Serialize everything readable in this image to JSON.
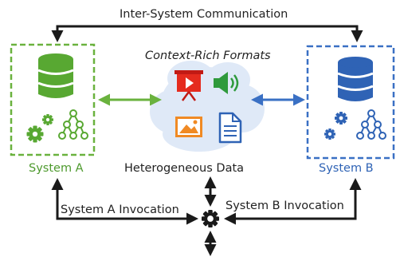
{
  "labels": {
    "inter_system": "Inter-System Communication",
    "context_rich": "Context-Rich Formats",
    "system_a": "System A",
    "system_b": "System B",
    "heterogeneous": "Heterogeneous Data",
    "invocation_a": "System A Invocation",
    "invocation_b": "System B Invocation"
  },
  "icons": {
    "database_a": "database-icon",
    "database_b": "database-icon",
    "gears": "gears-icon",
    "network": "network-graph-icon",
    "presentation": "presentation-icon",
    "audio": "speaker-icon",
    "image": "image-icon",
    "document": "document-icon",
    "hub": "gear-icon"
  },
  "colors": {
    "system_a": "#4e9a2e",
    "system_b": "#2f63b5",
    "arrows": "#1a1a1a",
    "cloud": "#dfe9f7",
    "presentation": "#e52b1e",
    "image": "#f08a24",
    "document": "#2f63b5"
  }
}
